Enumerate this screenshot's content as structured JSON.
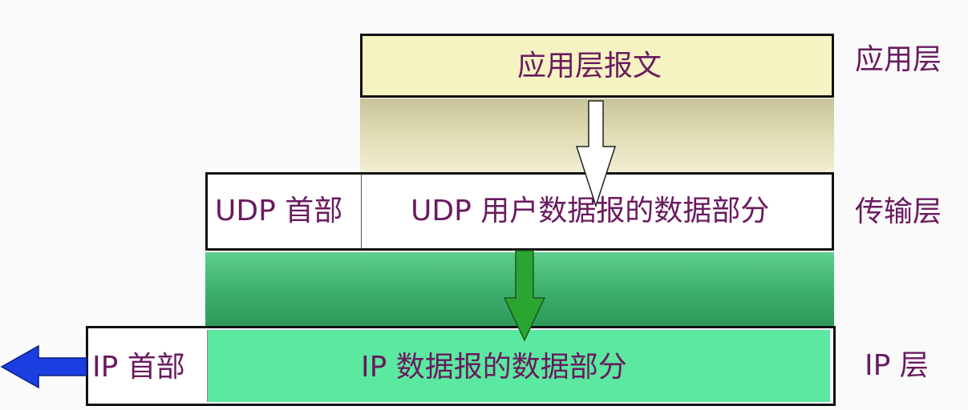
{
  "layers": {
    "application": {
      "name": "应用层",
      "box_label": "应用层报文"
    },
    "transport": {
      "name": "传输层",
      "header_label": "UDP 首部",
      "data_label": "UDP 用户数据报的数据部分"
    },
    "network": {
      "name": "IP 层",
      "header_label": "IP 首部",
      "data_label": "IP 数据报的数据部分"
    }
  },
  "colors": {
    "app_box_fill": "#f6f3c2",
    "network_data_fill": "#5be8a0",
    "text": "#6a1a5e",
    "border": "#111111",
    "arrow_app_to_transport": "#ffffff",
    "arrow_transport_to_network": "#2aa532",
    "arrow_exit": "#1a3ee0"
  }
}
